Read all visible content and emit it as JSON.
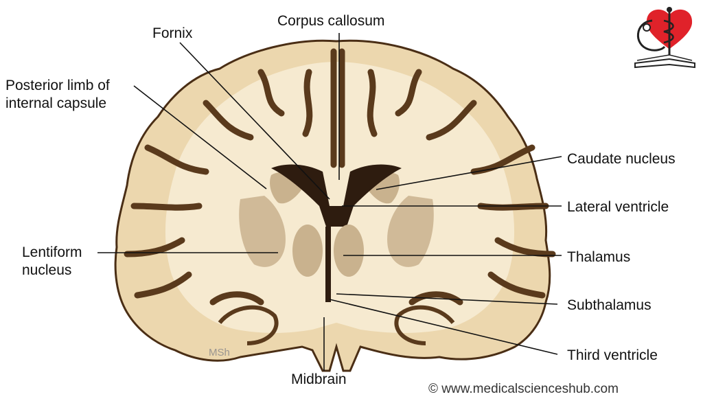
{
  "labels": {
    "corpus_callosum": "Corpus callosum",
    "fornix": "Fornix",
    "posterior_limb": "Posterior limb of internal capsule",
    "caudate_nucleus": "Caudate nucleus",
    "lateral_ventricle": "Lateral ventricle",
    "lentiform_nucleus": "Lentiform nucleus",
    "thalamus": "Thalamus",
    "subthalamus": "Subthalamus",
    "third_ventricle": "Third ventricle",
    "midbrain": "Midbrain"
  },
  "watermark": "MSh",
  "copyright": "© www.medicalscienceshub.com",
  "colors": {
    "white_matter": "#f6ead0",
    "cortex": "#ecd7ae",
    "sulcus": "#5a3a1c",
    "nucleus": "#c9b28e",
    "ventricle": "#2e1c0f",
    "logo_heart": "#e0222a"
  },
  "logo": {
    "icon": "heart-stethoscope-book-icon"
  }
}
